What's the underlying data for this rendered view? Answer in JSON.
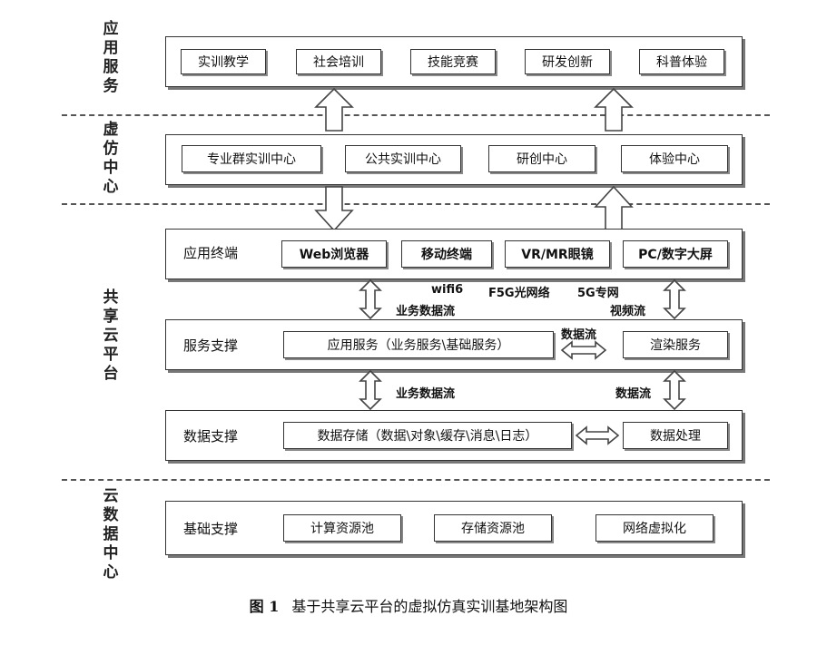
{
  "layers": {
    "app_service": "应用服务",
    "virtual_center": "虚仿中心",
    "shared_cloud": "共享云平台",
    "cloud_dc": "云数据中心"
  },
  "app_service_items": [
    "实训教学",
    "社会培训",
    "技能竞赛",
    "研发创新",
    "科普体验"
  ],
  "virtual_center_items": [
    "专业群实训中心",
    "公共实训中心",
    "研创中心",
    "体验中心"
  ],
  "terminal": {
    "title": "应用终端",
    "items": [
      "Web浏览器",
      "移动终端",
      "VR/MR眼镜",
      "PC/数字大屏"
    ]
  },
  "network_labels": {
    "wifi": "wifi6",
    "f5g": "F5G光网络",
    "g5": "5G专网"
  },
  "service_support": {
    "title": "服务支撑",
    "app_service": "应用服务（业务服务\\基础服务）",
    "render": "渲染服务"
  },
  "data_support": {
    "title": "数据支撑",
    "storage": "数据存储（数据\\对象\\缓存\\消息\\日志）",
    "processing": "数据处理"
  },
  "base_support": {
    "title": "基础支撑",
    "items": [
      "计算资源池",
      "存储资源池",
      "网络虚拟化"
    ]
  },
  "flow_labels": {
    "biz_flow_top": "业务数据流",
    "video_flow": "视频流",
    "data_flow_mid": "数据流",
    "biz_flow_bottom": "业务数据流",
    "data_flow_right": "数据流"
  },
  "caption": {
    "number": "图 1",
    "text": "基于共享云平台的虚拟仿真实训基地架构图"
  }
}
